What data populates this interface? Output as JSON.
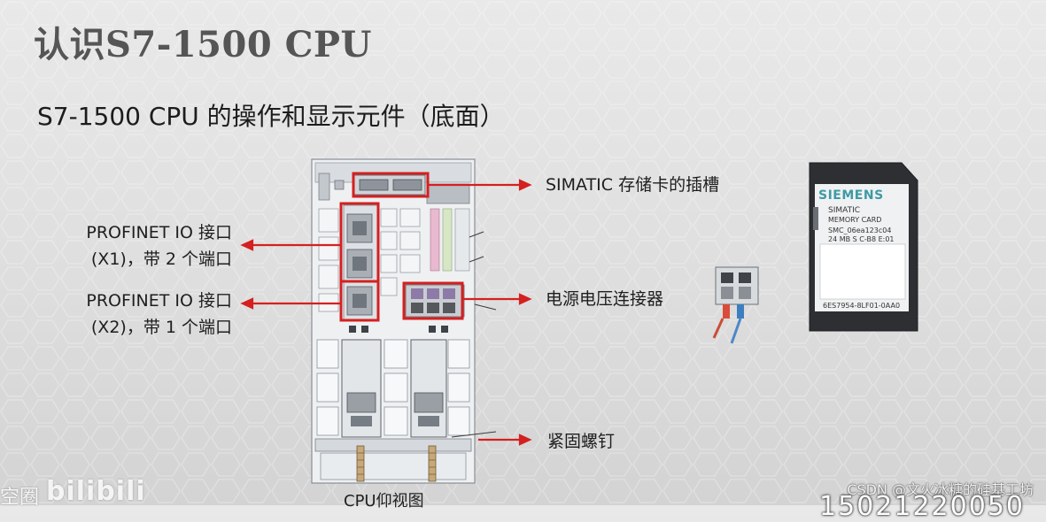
{
  "title": "认识S7-1500 CPU",
  "subtitle": "S7-1500 CPU 的操作和显示元件（底面）",
  "callouts": {
    "sd_slot": "SIMATIC 存储卡的插槽",
    "profinet_x1_line1": "PROFINET IO 接口",
    "profinet_x1_line2": "(X1)，带 2 个端口",
    "profinet_x2_line1": "PROFINET IO 接口",
    "profinet_x2_line2": "(X2)，带 1 个端口",
    "power_connector": "电源电压连接器",
    "screws": "紧固螺钉"
  },
  "caption": "CPU仰视图",
  "memory_card": {
    "brand": "SIEMENS",
    "line1": "SIMATIC",
    "line2": "MEMORY CARD",
    "line3": "SMC_06ea123c04",
    "line4": "24 MB  S C-B8   E:01",
    "part_no": "6ES7954-8LF01-0AA0"
  },
  "watermarks": {
    "left": "空圈",
    "bilibili": "bilibili",
    "csdn": "CSDN @文火冰糖的硅基工坊",
    "number": "15021220050"
  },
  "colors": {
    "highlight": "#d42020",
    "siemens_teal": "#3d9aa6"
  }
}
